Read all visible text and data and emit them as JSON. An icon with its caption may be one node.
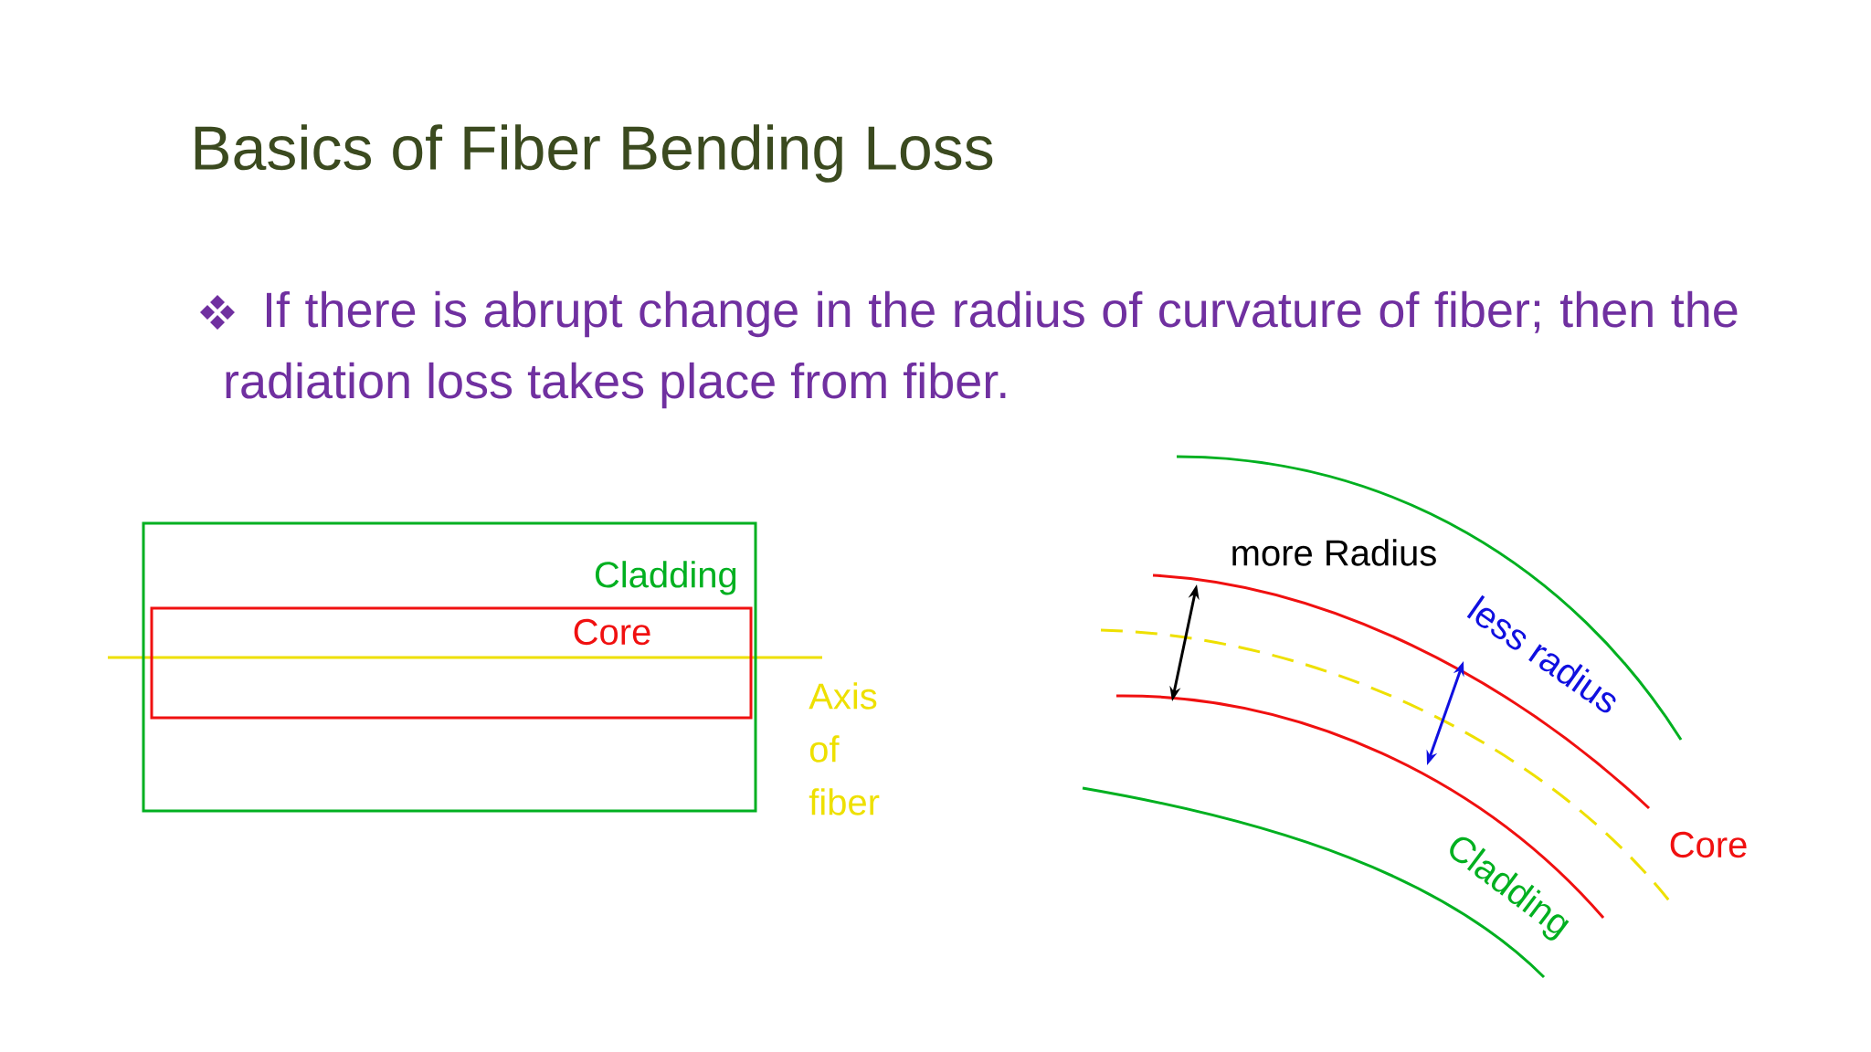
{
  "diagram": {
    "title": "Basics of Fiber Bending Loss",
    "nodes": [
      {
        "text": [
          "Cladding"
        ]
      },
      {
        "text": [
          "Core"
        ],
        "in": 0
      }
    ],
    "labels": [
      "If there is abrupt change in the radius of curvature of fiber; then the radiation loss takes place from fiber.",
      "Axis of fiber",
      "more Radius",
      "less radius",
      "Core",
      "Cladding"
    ]
  }
}
